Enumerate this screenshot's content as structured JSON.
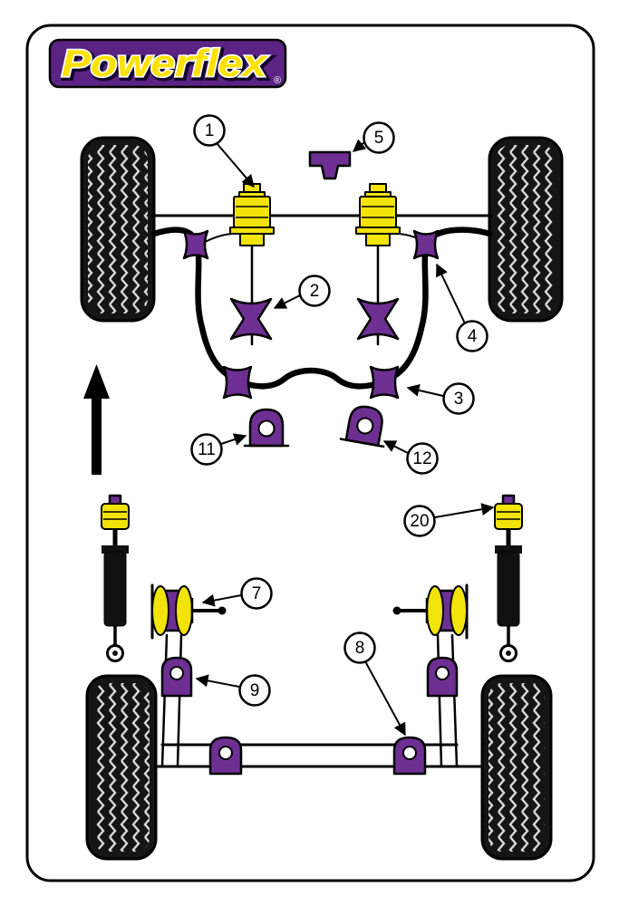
{
  "logo": {
    "text": "Powerflex",
    "registered": "®"
  },
  "colors": {
    "part_purple": "#6e2f92",
    "part_yellow": "#f2e30b",
    "logo_bg": "#5b2383",
    "logo_text": "#ffe103",
    "line_black": "#000000",
    "background": "#ffffff"
  },
  "callouts": {
    "c1": "1",
    "c2": "2",
    "c3": "3",
    "c4": "4",
    "c5": "5",
    "c7": "7",
    "c8": "8",
    "c9": "9",
    "c11": "11",
    "c12": "12",
    "c20": "20"
  }
}
